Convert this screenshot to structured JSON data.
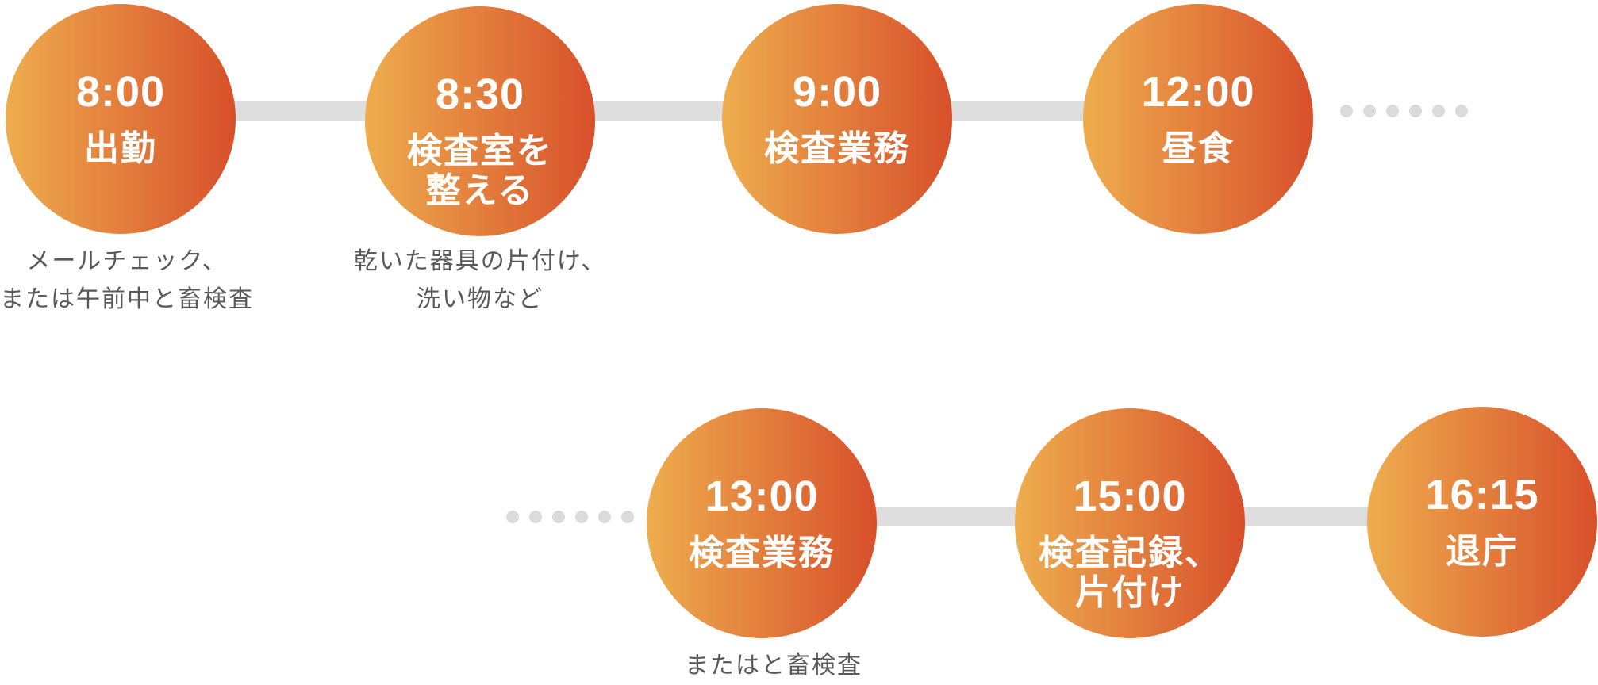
{
  "palette": {
    "gradient_start": "#EEAD4E",
    "gradient_end": "#D8502B",
    "connector_gray": "#DEDEDE",
    "dot_gray": "#DBDBDB",
    "caption_gray": "#595959",
    "text_white": "#FFFFFF"
  },
  "separators": {
    "top_dots": 6,
    "bottom_dots": 6
  },
  "timeline": {
    "rows": [
      {
        "steps": [
          {
            "time": "8:00",
            "label_lines": [
              "出勤"
            ],
            "caption_lines": [
              "メールチェック、",
              "または午前中と畜検査"
            ]
          },
          {
            "time": "8:30",
            "label_lines": [
              "検査室を",
              "整える"
            ],
            "caption_lines": [
              "乾いた器具の片付け、",
              "洗い物など"
            ]
          },
          {
            "time": "9:00",
            "label_lines": [
              "検査業務"
            ],
            "caption_lines": []
          },
          {
            "time": "12:00",
            "label_lines": [
              "昼食"
            ],
            "caption_lines": []
          }
        ]
      },
      {
        "steps": [
          {
            "time": "13:00",
            "label_lines": [
              "検査業務"
            ],
            "caption_lines": [
              "またはと畜検査"
            ]
          },
          {
            "time": "15:00",
            "label_lines": [
              "検査記録、",
              "片付け"
            ],
            "caption_lines": []
          },
          {
            "time": "16:15",
            "label_lines": [
              "退庁"
            ],
            "caption_lines": []
          }
        ]
      }
    ]
  }
}
